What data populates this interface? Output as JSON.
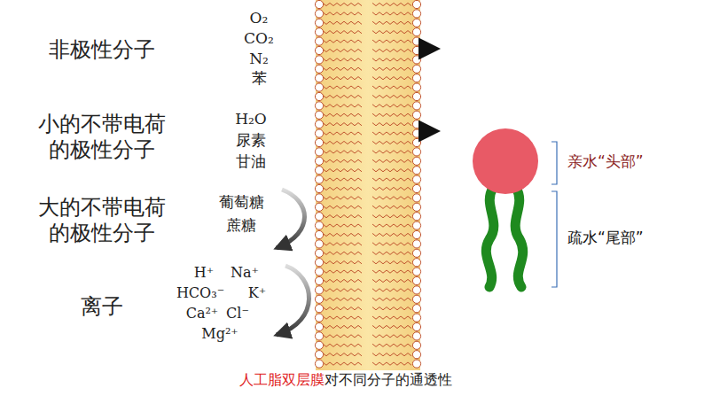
{
  "diagram": {
    "labels": [
      "非极性分子",
      "O₂",
      "CO₂",
      "N₂",
      "苯",
      "小的不带电荷 的极性分子",
      "H₂O",
      "尿素",
      "甘油",
      "大的不带电荷 的极性分子",
      "葡萄糖",
      "蔗糖",
      "离子",
      "H⁺",
      "Na⁺",
      "HCO₃⁻",
      "K⁺",
      "Ca²⁺",
      "Cl⁻",
      "Mg²⁺",
      "亲水“头部”",
      "疏水“尾部”",
      "人工脂双层膜",
      "对不同分子的通透性"
    ]
  }
}
